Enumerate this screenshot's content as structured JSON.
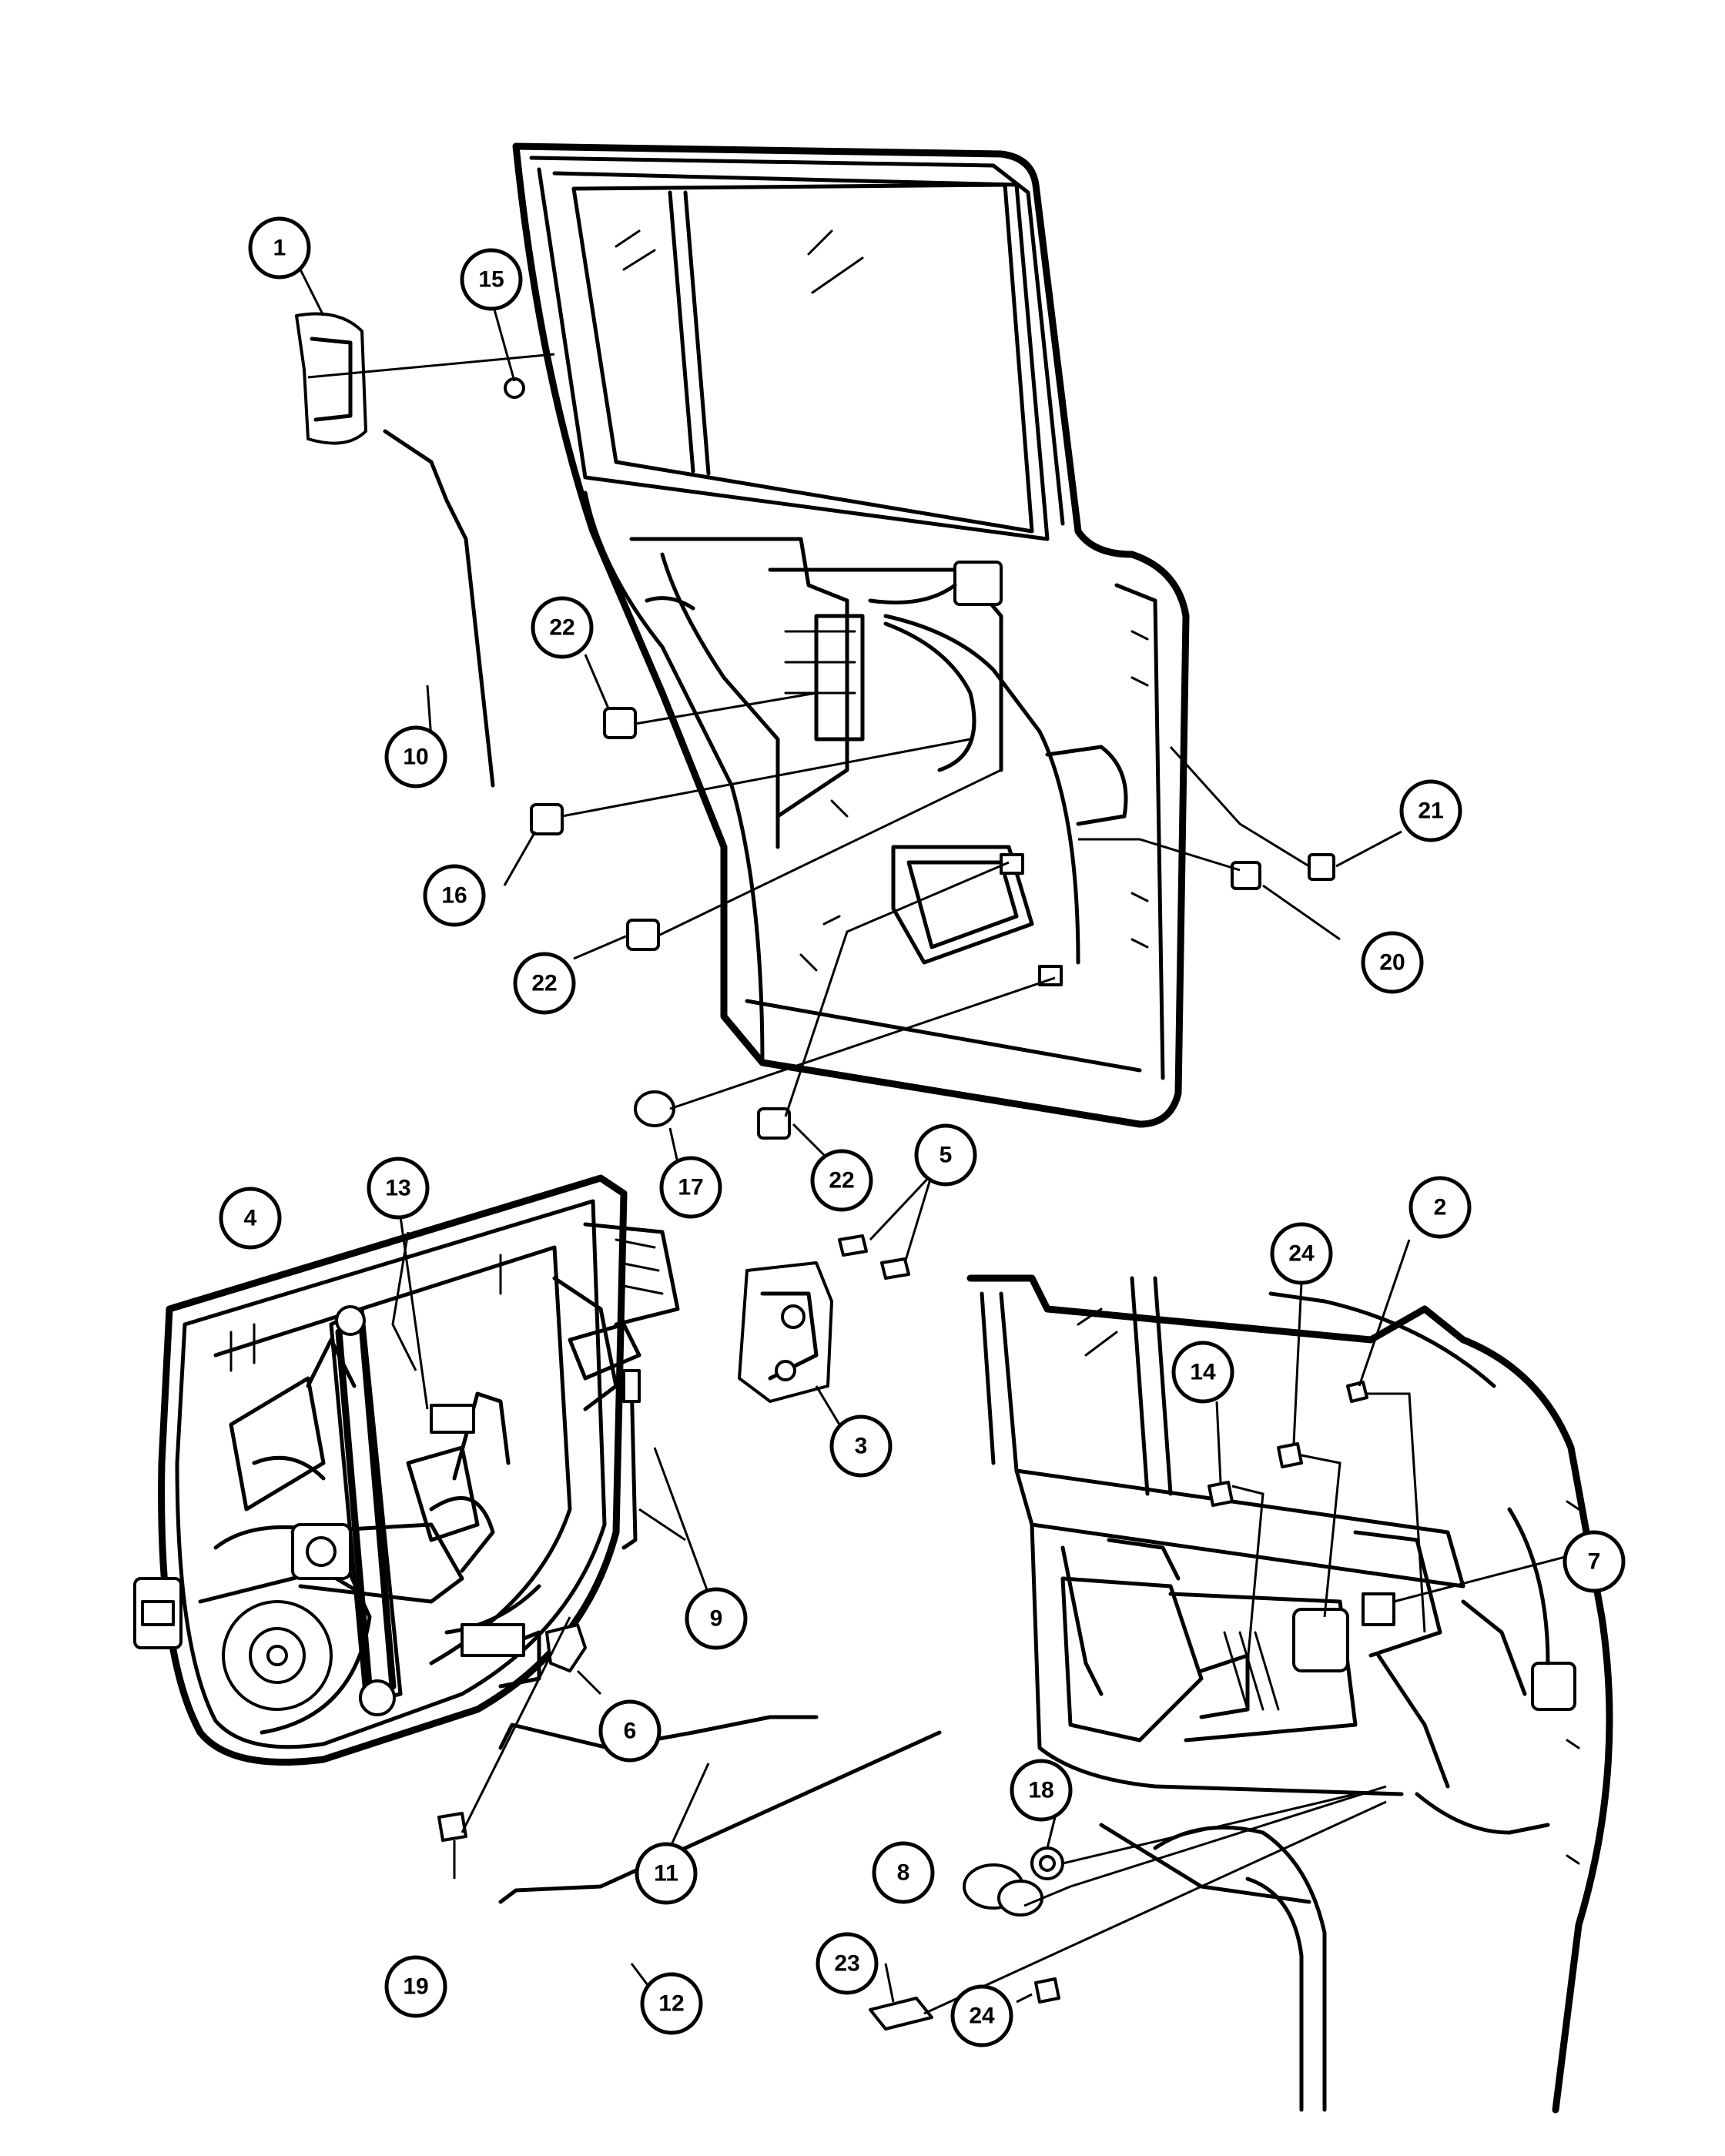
{
  "callouts": {
    "c1": "1",
    "c2": "2",
    "c3": "3",
    "c4": "4",
    "c5": "5",
    "c6": "6",
    "c7": "7",
    "c8": "8",
    "c9": "9",
    "c10": "10",
    "c11": "11",
    "c12": "12",
    "c13": "13",
    "c14": "14",
    "c15": "15",
    "c16": "16",
    "c17": "17",
    "c18": "18",
    "c19": "19",
    "c20": "20",
    "c21": "21",
    "c22a": "22",
    "c22b": "22",
    "c22c": "22",
    "c23": "23",
    "c24a": "24",
    "c24b": "24"
  }
}
